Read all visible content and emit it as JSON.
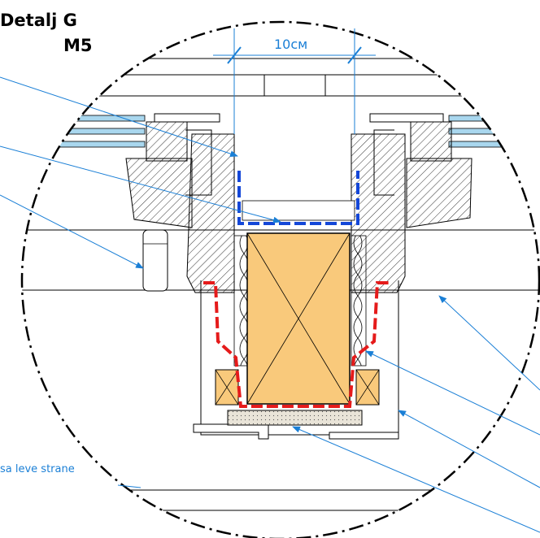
{
  "title": {
    "line1": "Detalj G",
    "line2": "M5"
  },
  "dimension": {
    "label": "10см"
  },
  "callout_text": {
    "left_bottom": "sa leve strane"
  },
  "colors": {
    "line": "#000000",
    "leader": "#1a7fd6",
    "timber": "#f9c97b",
    "tape_red": "#e51b1b",
    "tape_blue": "#1447d8",
    "glass": "#a9d7ee",
    "foam": "#e9e4d8"
  },
  "icons": [
    "dimension-tick",
    "arrowhead"
  ]
}
